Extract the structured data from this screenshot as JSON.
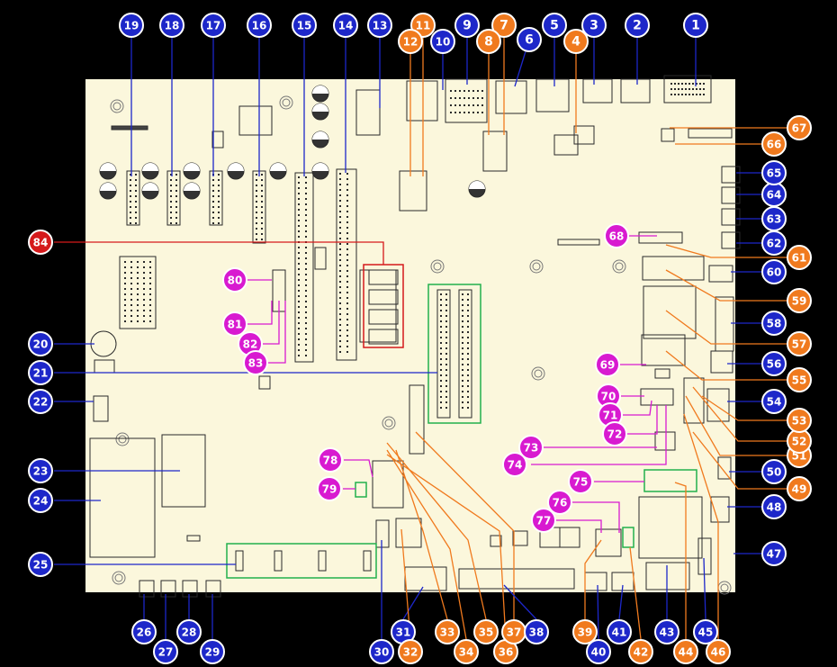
{
  "colors": {
    "background": "#000000",
    "board": "#fbf7dc",
    "component_line": "#2a2a2a",
    "blue": "#1d27c9",
    "orange": "#f07a1e",
    "magenta": "#d81ad0",
    "red": "#d5191b",
    "green": "#22b14c",
    "badge_text": "#ffffff"
  },
  "callouts": [
    {
      "label": "1",
      "group": "blue"
    },
    {
      "label": "2",
      "group": "blue"
    },
    {
      "label": "3",
      "group": "blue"
    },
    {
      "label": "4",
      "group": "orange"
    },
    {
      "label": "5",
      "group": "blue"
    },
    {
      "label": "6",
      "group": "blue"
    },
    {
      "label": "7",
      "group": "orange"
    },
    {
      "label": "8",
      "group": "orange"
    },
    {
      "label": "9",
      "group": "blue"
    },
    {
      "label": "10",
      "group": "blue"
    },
    {
      "label": "11",
      "group": "orange"
    },
    {
      "label": "12",
      "group": "orange"
    },
    {
      "label": "13",
      "group": "blue"
    },
    {
      "label": "14",
      "group": "blue"
    },
    {
      "label": "15",
      "group": "blue"
    },
    {
      "label": "16",
      "group": "blue"
    },
    {
      "label": "17",
      "group": "blue"
    },
    {
      "label": "18",
      "group": "blue"
    },
    {
      "label": "19",
      "group": "blue"
    },
    {
      "label": "20",
      "group": "blue"
    },
    {
      "label": "21",
      "group": "blue"
    },
    {
      "label": "22",
      "group": "blue"
    },
    {
      "label": "23",
      "group": "blue"
    },
    {
      "label": "24",
      "group": "blue"
    },
    {
      "label": "25",
      "group": "blue"
    },
    {
      "label": "26",
      "group": "blue"
    },
    {
      "label": "27",
      "group": "blue"
    },
    {
      "label": "28",
      "group": "blue"
    },
    {
      "label": "29",
      "group": "blue"
    },
    {
      "label": "30",
      "group": "blue"
    },
    {
      "label": "31",
      "group": "blue"
    },
    {
      "label": "32",
      "group": "orange"
    },
    {
      "label": "33",
      "group": "orange"
    },
    {
      "label": "34",
      "group": "orange"
    },
    {
      "label": "35",
      "group": "orange"
    },
    {
      "label": "36",
      "group": "orange"
    },
    {
      "label": "37",
      "group": "orange"
    },
    {
      "label": "38",
      "group": "blue"
    },
    {
      "label": "39",
      "group": "orange"
    },
    {
      "label": "40",
      "group": "blue"
    },
    {
      "label": "41",
      "group": "blue"
    },
    {
      "label": "42",
      "group": "orange"
    },
    {
      "label": "43",
      "group": "blue"
    },
    {
      "label": "44",
      "group": "orange"
    },
    {
      "label": "45",
      "group": "blue"
    },
    {
      "label": "46",
      "group": "orange"
    },
    {
      "label": "47",
      "group": "blue"
    },
    {
      "label": "48",
      "group": "blue"
    },
    {
      "label": "49",
      "group": "orange"
    },
    {
      "label": "50",
      "group": "blue"
    },
    {
      "label": "51",
      "group": "orange"
    },
    {
      "label": "52",
      "group": "orange"
    },
    {
      "label": "53",
      "group": "orange"
    },
    {
      "label": "54",
      "group": "blue"
    },
    {
      "label": "55",
      "group": "orange"
    },
    {
      "label": "56",
      "group": "blue"
    },
    {
      "label": "57",
      "group": "orange"
    },
    {
      "label": "58",
      "group": "blue"
    },
    {
      "label": "59",
      "group": "orange"
    },
    {
      "label": "60",
      "group": "blue"
    },
    {
      "label": "61",
      "group": "orange"
    },
    {
      "label": "62",
      "group": "blue"
    },
    {
      "label": "63",
      "group": "blue"
    },
    {
      "label": "64",
      "group": "blue"
    },
    {
      "label": "65",
      "group": "blue"
    },
    {
      "label": "66",
      "group": "orange"
    },
    {
      "label": "67",
      "group": "orange"
    },
    {
      "label": "68",
      "group": "magenta"
    },
    {
      "label": "69",
      "group": "magenta"
    },
    {
      "label": "70",
      "group": "magenta"
    },
    {
      "label": "71",
      "group": "magenta"
    },
    {
      "label": "72",
      "group": "magenta"
    },
    {
      "label": "73",
      "group": "magenta"
    },
    {
      "label": "74",
      "group": "magenta"
    },
    {
      "label": "75",
      "group": "magenta"
    },
    {
      "label": "76",
      "group": "magenta"
    },
    {
      "label": "77",
      "group": "magenta"
    },
    {
      "label": "78",
      "group": "magenta"
    },
    {
      "label": "79",
      "group": "magenta"
    },
    {
      "label": "80",
      "group": "magenta"
    },
    {
      "label": "81",
      "group": "magenta"
    },
    {
      "label": "82",
      "group": "magenta"
    },
    {
      "label": "83",
      "group": "magenta"
    },
    {
      "label": "84",
      "group": "red"
    }
  ]
}
